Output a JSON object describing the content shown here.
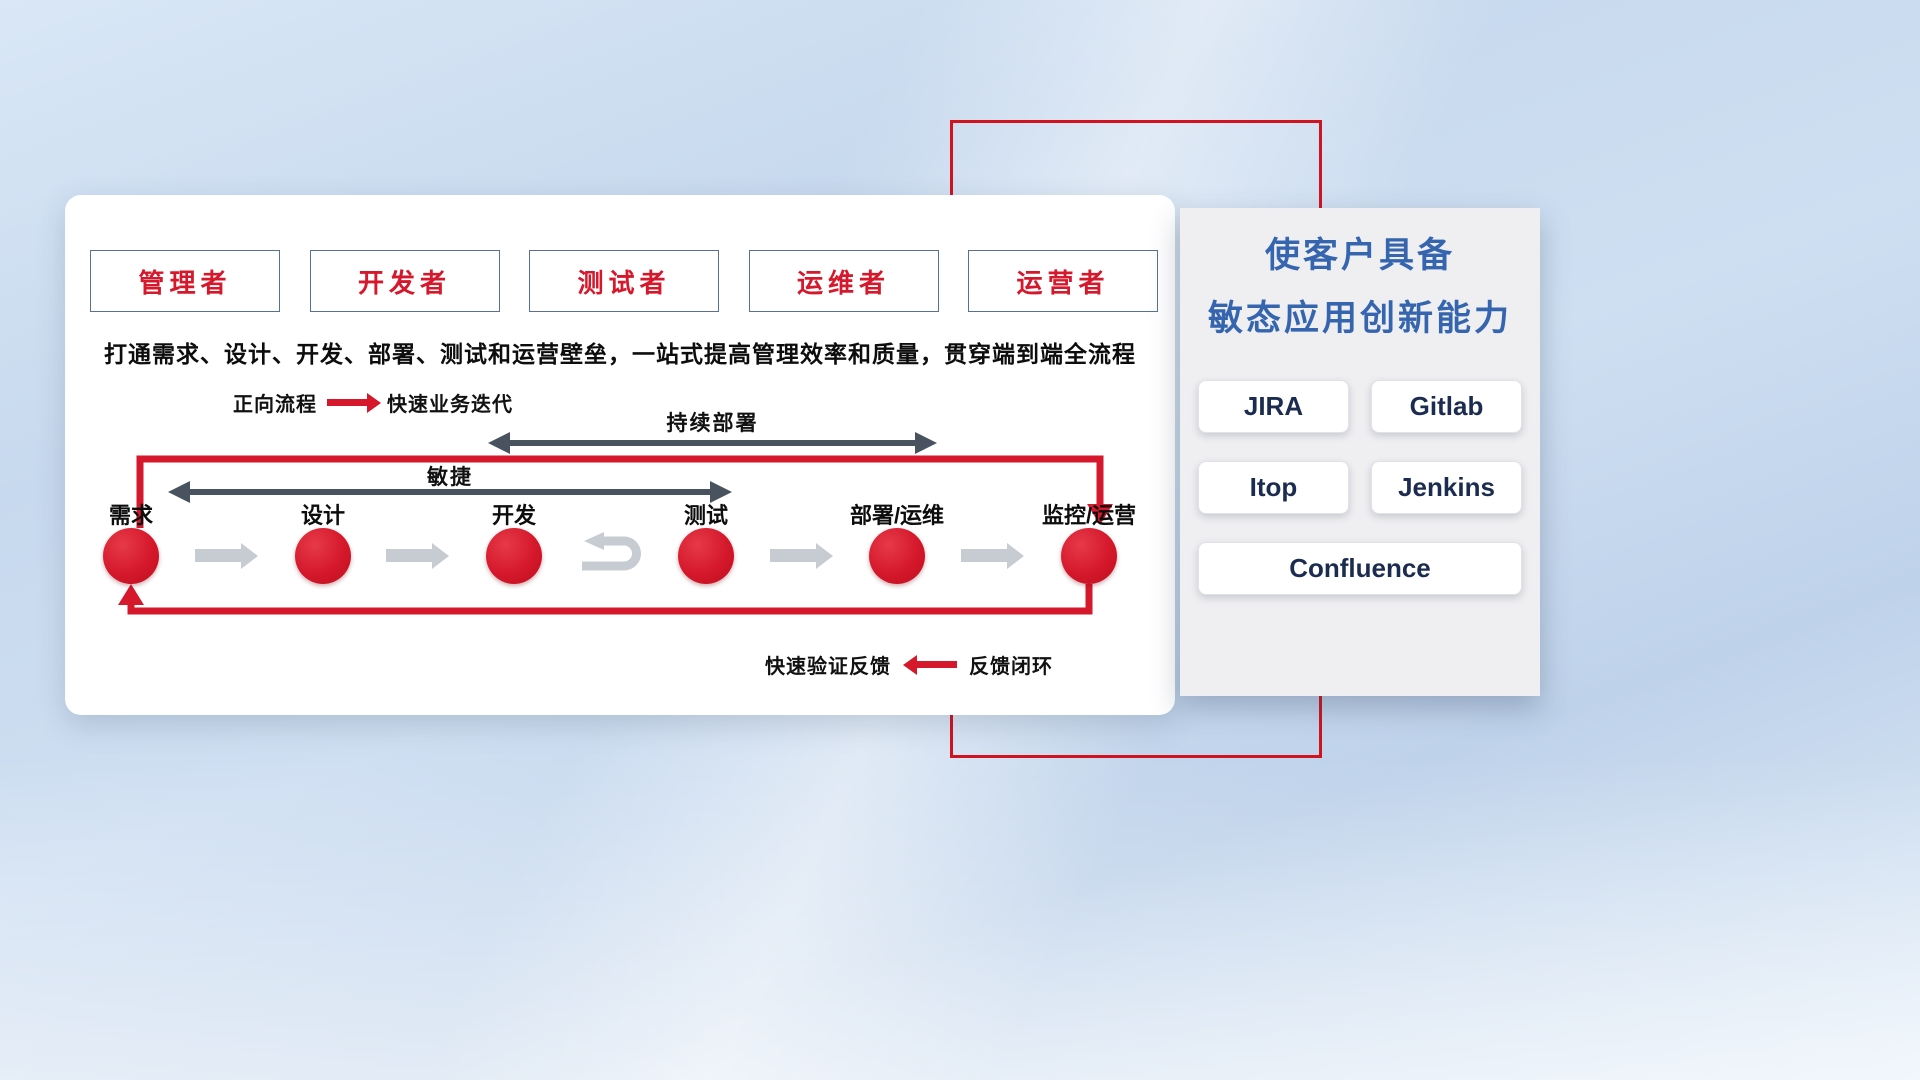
{
  "roles": [
    "管理者",
    "开发者",
    "测试者",
    "运维者",
    "运营者"
  ],
  "description": "打通需求、设计、开发、部署、测试和运营壁垒，一站式提高管理效率和质量，贯穿端到端全流程",
  "legend": {
    "forward_label": "正向流程",
    "forward_value": "快速业务迭代",
    "feedback_value": "快速验证反馈",
    "feedback_label": "反馈闭环"
  },
  "flow": {
    "continuous_deploy": "持续部署",
    "agile": "敏捷",
    "nodes": [
      "需求",
      "设计",
      "开发",
      "测试",
      "部署/运维",
      "监控/运营"
    ]
  },
  "right_panel": {
    "title_line1": "使客户具备",
    "title_line2": "敏态应用创新能力",
    "tools": [
      "JIRA",
      "Gitlab",
      "Itop",
      "Jenkins",
      "Confluence"
    ]
  },
  "colors": {
    "accent_red": "#d5182b",
    "dark_arrow": "#49535f",
    "gray_arrow": "#c7ccd2",
    "title_blue": "#3565ae",
    "tool_text_navy": "#1c2c50"
  }
}
